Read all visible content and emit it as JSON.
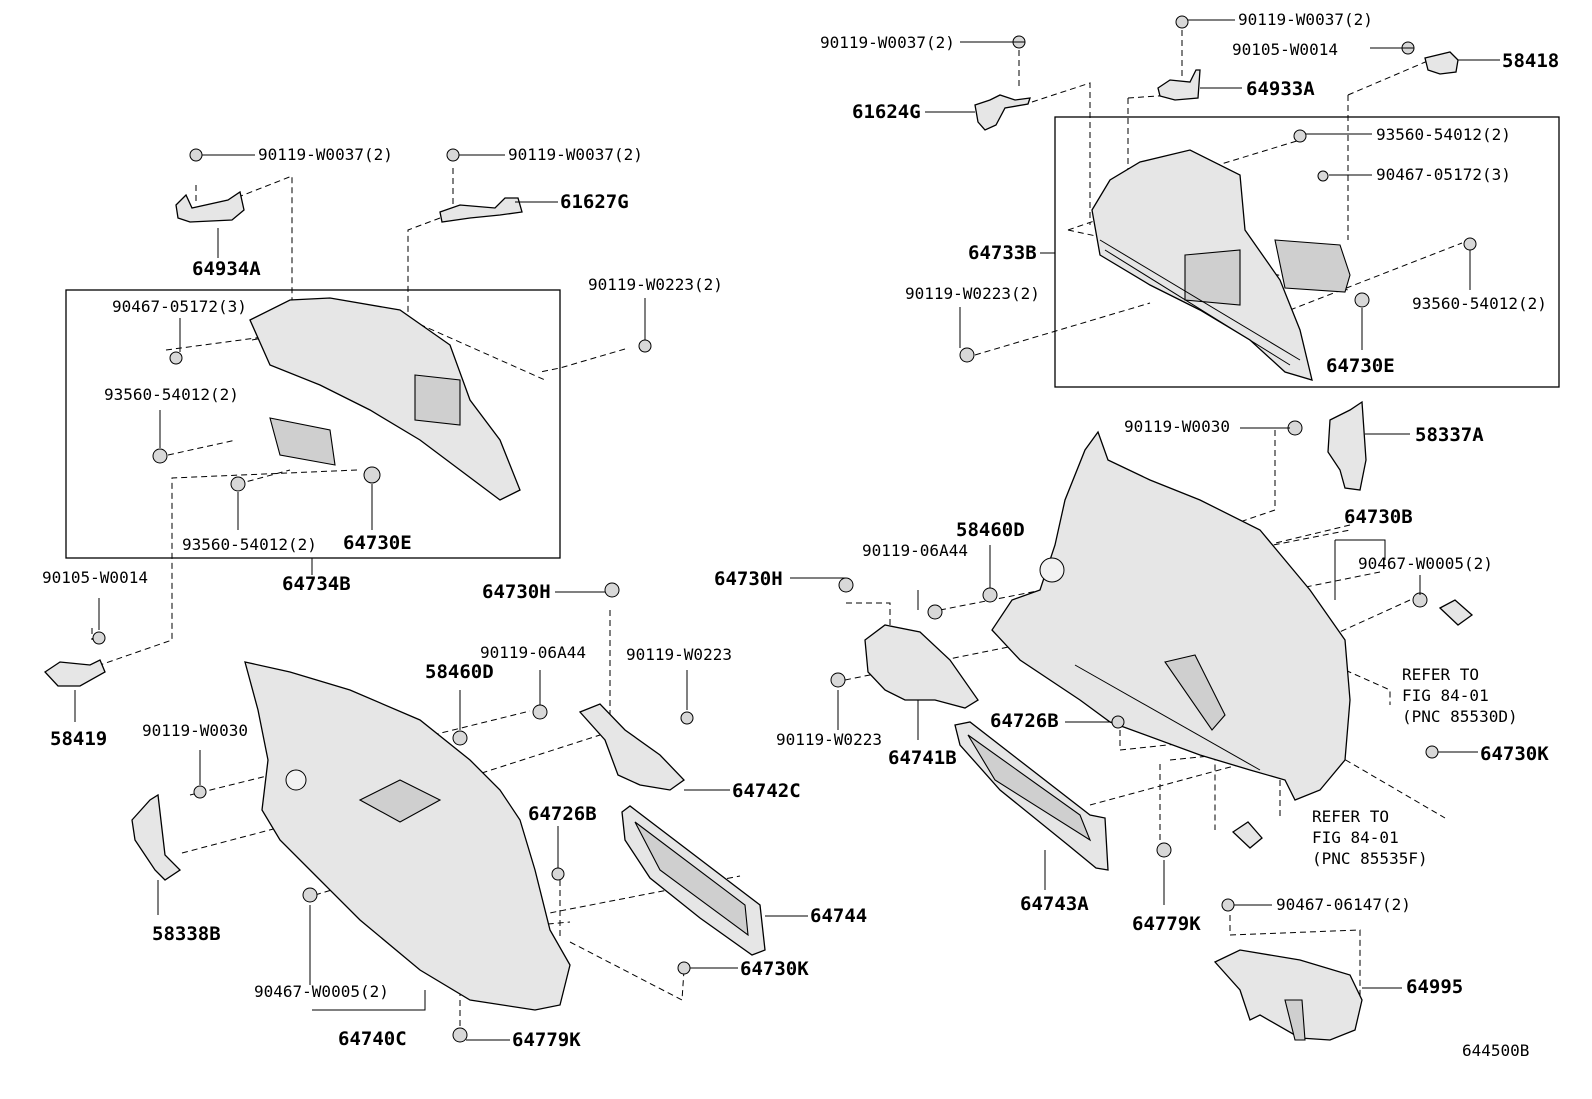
{
  "diagram": {
    "footer_code": "644500B",
    "refer_notes": [
      [
        "REFER TO",
        "FIG 84-01",
        "(PNC 85530D)"
      ],
      [
        "REFER TO",
        "FIG 84-01",
        "(PNC 85535F)"
      ]
    ],
    "labels": {
      "p58418": "58418",
      "p64933A": "64933A",
      "p61624G": "61624G",
      "p64733B": "64733B",
      "p64730E_r": "64730E",
      "p58337A": "58337A",
      "p64730B": "64730B",
      "p58460D_r": "58460D",
      "p64730H_r": "64730H",
      "p64741B": "64741B",
      "p64726B_r": "64726B",
      "p64730K_r": "64730K",
      "p64743A": "64743A",
      "p64779K_r": "64779K",
      "p64995": "64995",
      "p61627G": "61627G",
      "p64934A": "64934A",
      "p64730E_l": "64730E",
      "p64734B": "64734B",
      "p58419": "58419",
      "p64730H_l": "64730H",
      "p58460D_l": "58460D",
      "p64742C": "64742C",
      "p64726B_l": "64726B",
      "p64744": "64744",
      "p64730K_l": "64730K",
      "p58338B": "58338B",
      "p64740C": "64740C",
      "p64779K_l": "64779K",
      "f_r_w0037_a": "90119-W0037(2)",
      "f_r_w0037_b": "90119-W0037(2)",
      "f_r_w0014": "90105-W0014",
      "f_r_5401_a": "93560-54012(2)",
      "f_r_0517": "90467-05172(3)",
      "f_r_w0223_2": "90119-W0223(2)",
      "f_r_5401_b": "93560-54012(2)",
      "f_r_w0030": "90119-W0030",
      "f_r_06a44": "90119-06A44",
      "f_r_w0005": "90467-W0005(2)",
      "f_r_w0223": "90119-W0223",
      "f_r_06147": "90467-06147(2)",
      "f_l_w0037_a": "90119-W0037(2)",
      "f_l_w0037_b": "90119-W0037(2)",
      "f_l_w0223_2": "90119-W0223(2)",
      "f_l_0517": "90467-05172(3)",
      "f_l_5401_a": "93560-54012(2)",
      "f_l_5401_b": "93560-54012(2)",
      "f_l_w0014": "90105-W0014",
      "f_l_06a44": "90119-06A44",
      "f_l_w0223": "90119-W0223",
      "f_l_w0030": "90119-W0030",
      "f_l_w0005": "90467-W0005(2)"
    }
  }
}
